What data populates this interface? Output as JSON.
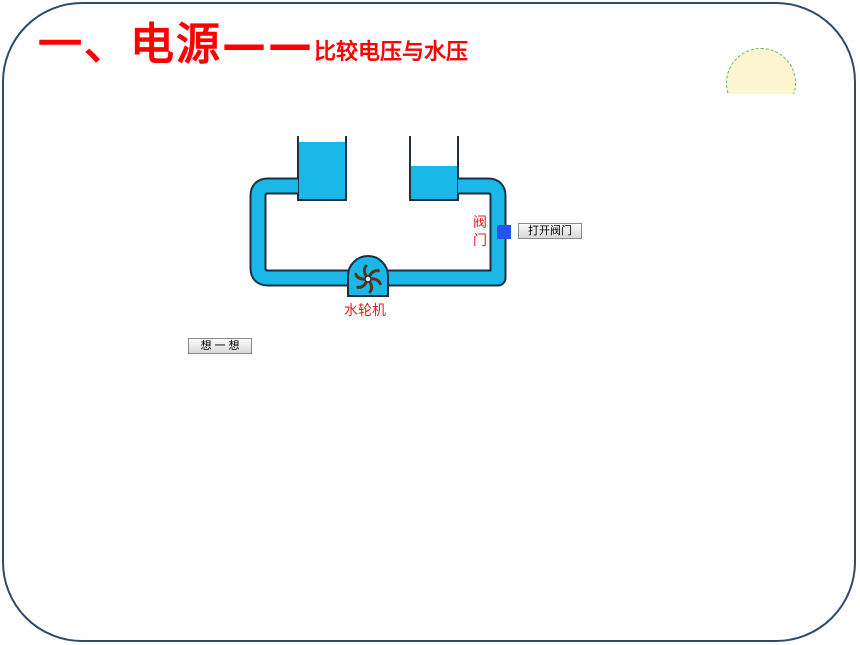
{
  "slide": {
    "title_main": "一、电源——",
    "title_sub": "比较电压与水压"
  },
  "diagram": {
    "valve_label": "阀门",
    "turbine_label": "水轮机",
    "colors": {
      "water": "#19b8e8",
      "pipe_outline": "#1f2f3f",
      "valve": "#2255ee",
      "turbine_blade": "#5a3418",
      "label": "#e02020"
    }
  },
  "buttons": {
    "open_valve": "打开阀门",
    "think": "想 一 想"
  }
}
